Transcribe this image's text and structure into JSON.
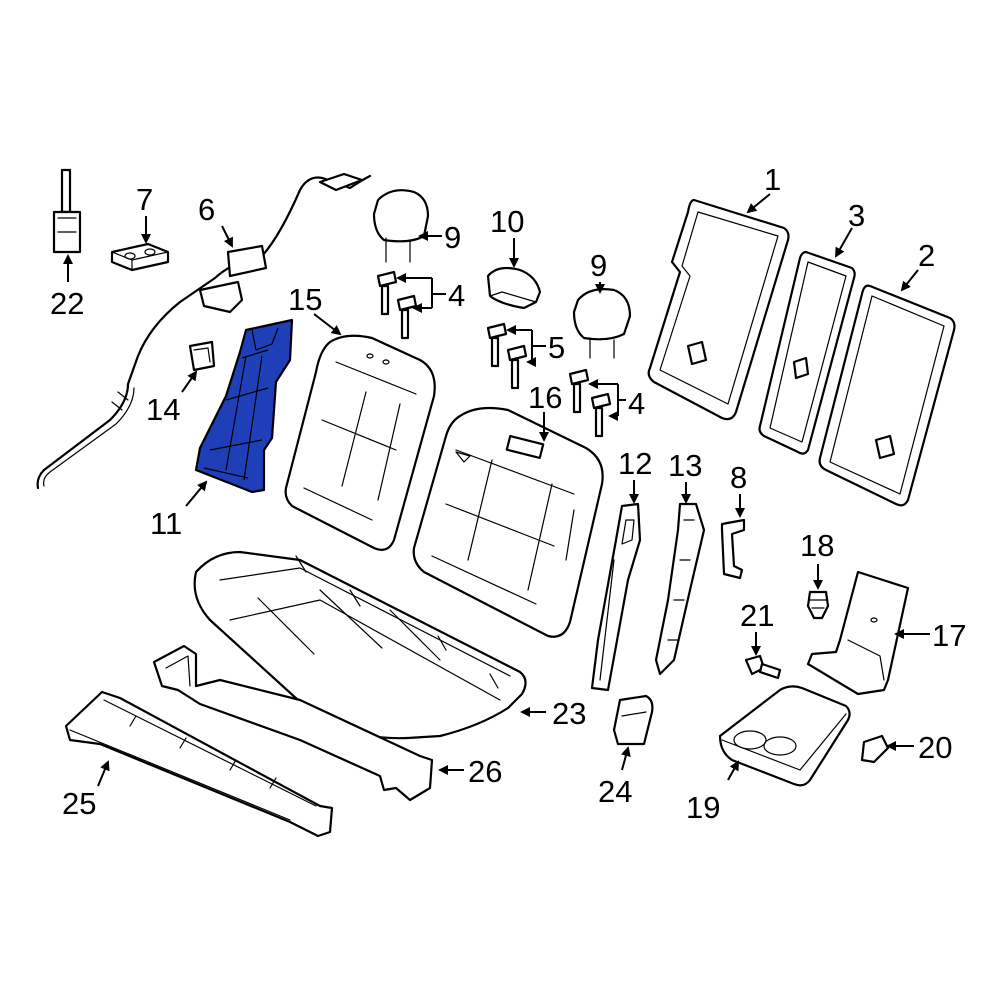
{
  "highlight_color": "#1f3fb8",
  "highlighted_part": "11",
  "callouts": {
    "c1": "1",
    "c2": "2",
    "c3": "3",
    "c4a": "4",
    "c4b": "4",
    "c5": "5",
    "c6": "6",
    "c7": "7",
    "c8": "8",
    "c9a": "9",
    "c9b": "9",
    "c10": "10",
    "c11": "11",
    "c12": "12",
    "c13": "13",
    "c14": "14",
    "c15": "15",
    "c16": "16",
    "c17": "17",
    "c18": "18",
    "c19": "19",
    "c20": "20",
    "c21": "21",
    "c22": "22",
    "c23": "23",
    "c24": "24",
    "c25": "25",
    "c26": "26"
  }
}
